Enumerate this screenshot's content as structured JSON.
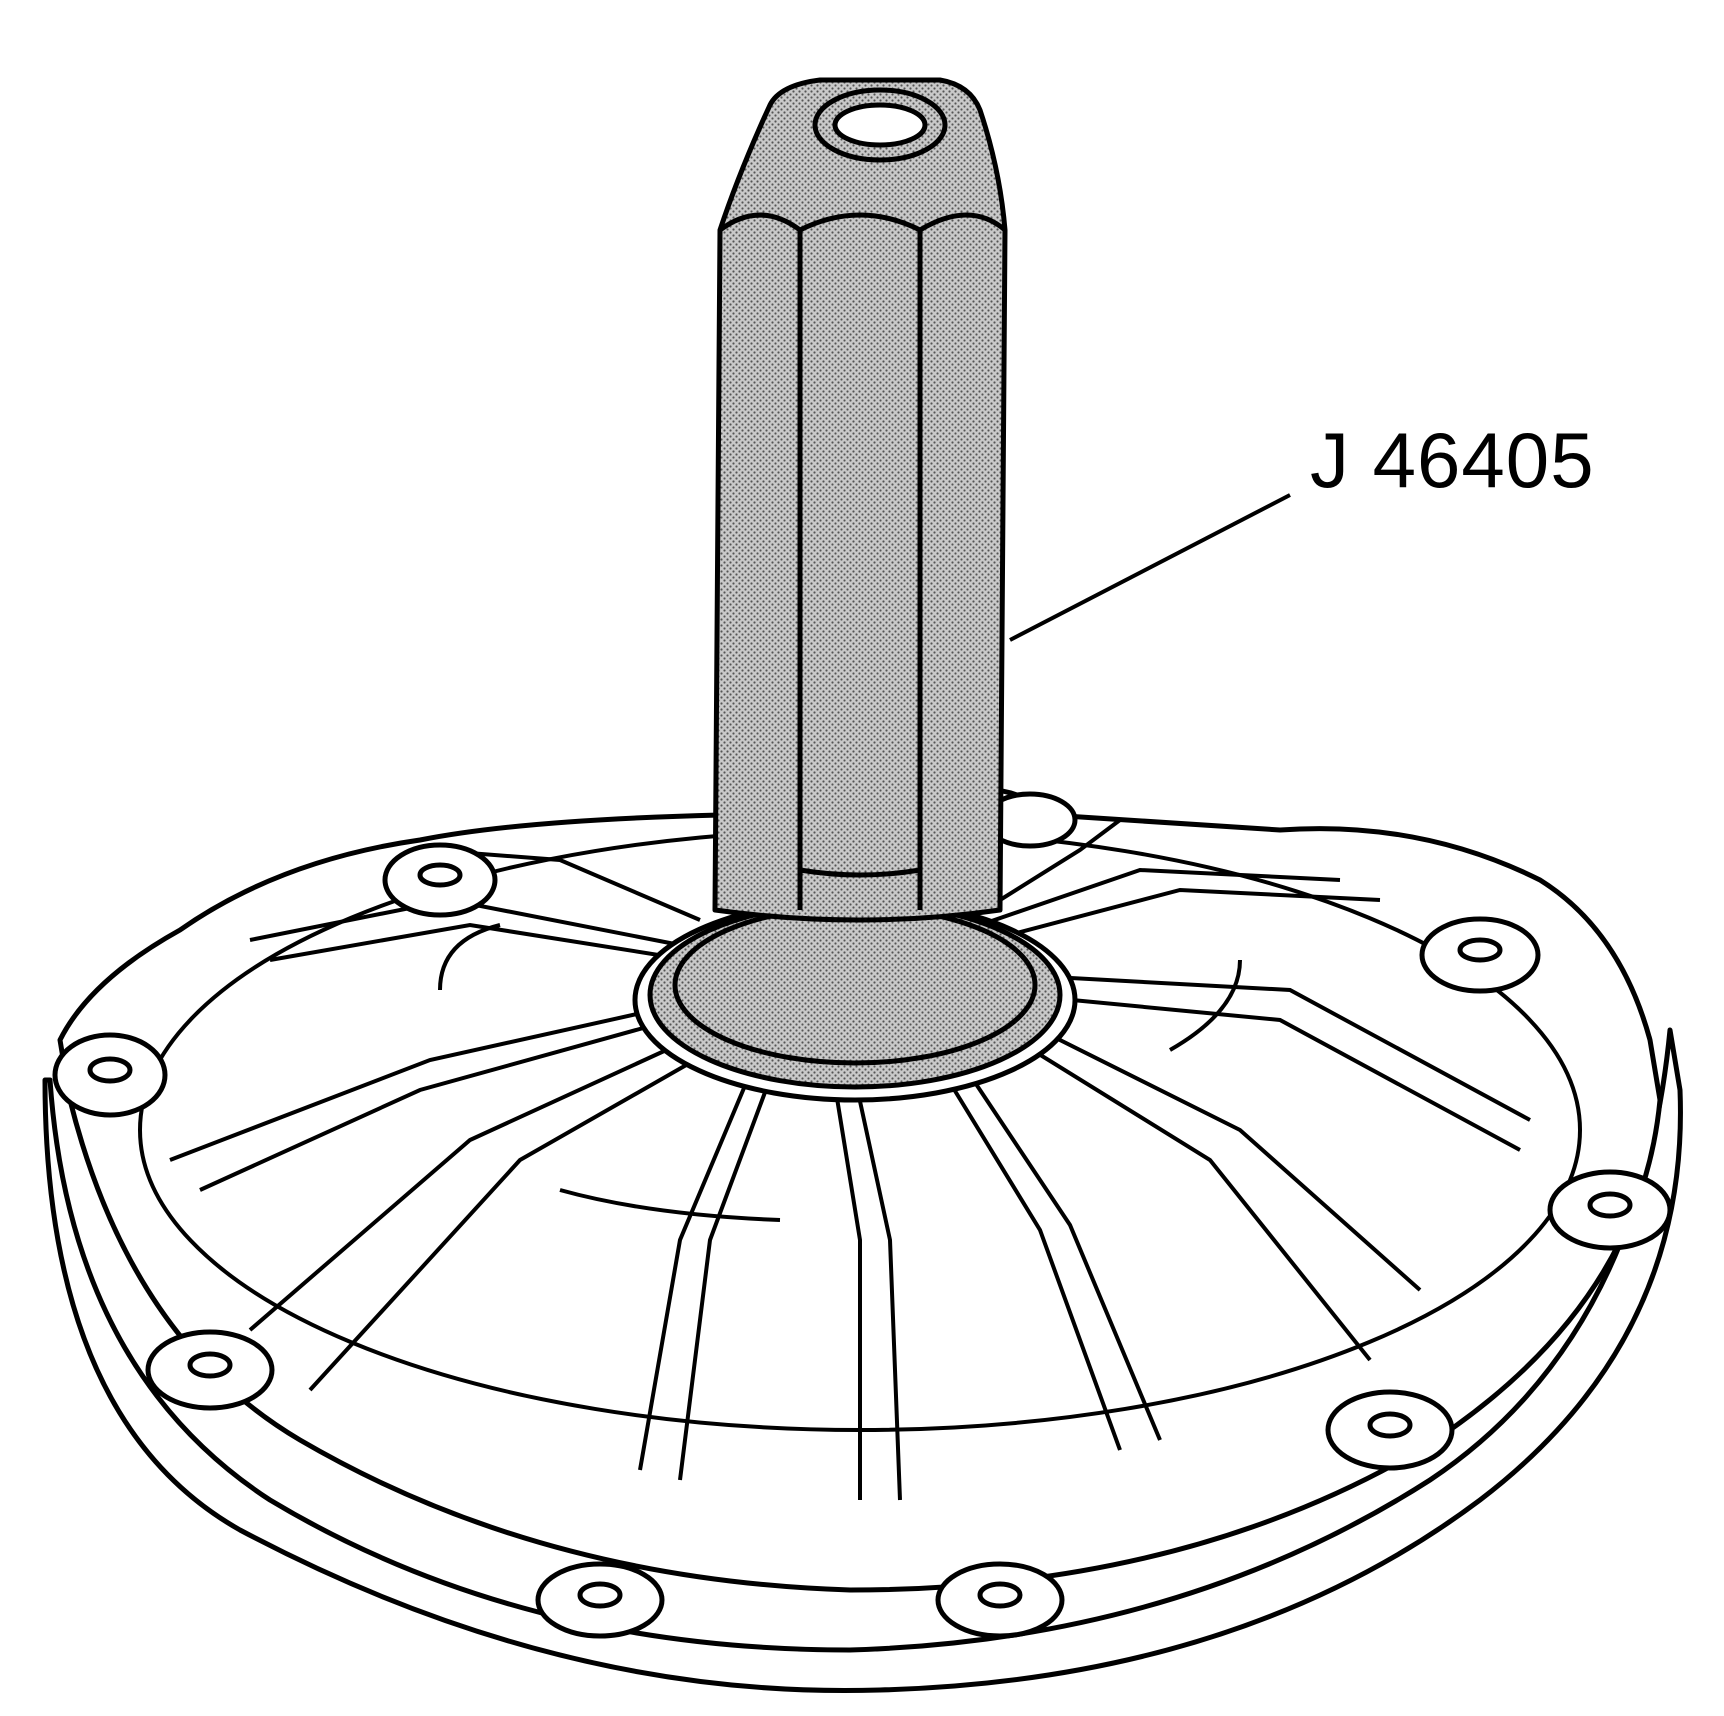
{
  "callout": {
    "label": "J 46405"
  },
  "colors": {
    "ink": "#000000",
    "paper": "#ffffff",
    "tool_fill": "#b8b8b8"
  },
  "parts": {
    "tool": "shaded-tool-shaft",
    "housing": "circular-housing-cover",
    "bolt_holes": 9
  }
}
